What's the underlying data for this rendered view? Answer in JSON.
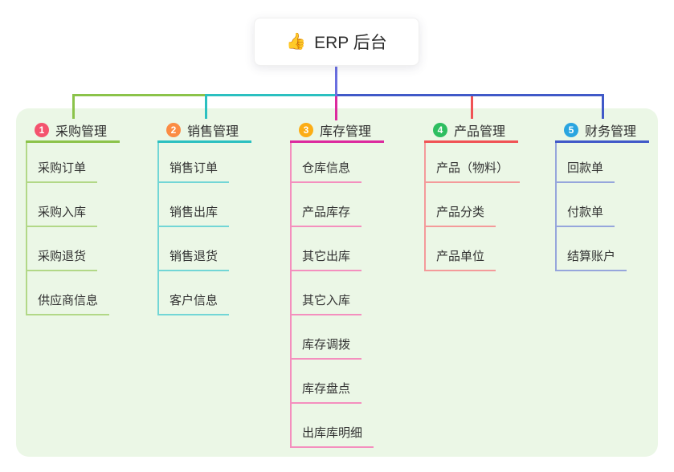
{
  "root": {
    "title": "ERP 后台",
    "icon": "thumbs-up",
    "icon_glyph": "👍",
    "line_color": "#6a6fe0"
  },
  "panel_color": "#ebf7e6",
  "branches": [
    {
      "index": "1",
      "label": "采购管理",
      "badge_color": "#f4536e",
      "line_color": "#8bc34a",
      "light_color": "#b2d887",
      "children": [
        "采购订单",
        "采购入库",
        "采购退货",
        "供应商信息"
      ]
    },
    {
      "index": "2",
      "label": "销售管理",
      "badge_color": "#fb8c44",
      "line_color": "#2bc0c0",
      "light_color": "#72d6d6",
      "children": [
        "销售订单",
        "销售出库",
        "销售退货",
        "客户信息"
      ]
    },
    {
      "index": "3",
      "label": "库存管理",
      "badge_color": "#fcad15",
      "line_color": "#dc2a9e",
      "light_color": "#f48fbe",
      "children": [
        "仓库信息",
        "产品库存",
        "其它出库",
        "其它入库",
        "库存调拨",
        "库存盘点",
        "出库库明细"
      ]
    },
    {
      "index": "4",
      "label": "产品管理",
      "badge_color": "#2dbe60",
      "line_color": "#f05355",
      "light_color": "#f49a9a",
      "children": [
        "产品（物料）",
        "产品分类",
        "产品单位"
      ]
    },
    {
      "index": "5",
      "label": "财务管理",
      "badge_color": "#2aa5e0",
      "line_color": "#4059c8",
      "light_color": "#96a6dc",
      "children": [
        "回款单",
        "付款单",
        "结算账户"
      ]
    }
  ]
}
